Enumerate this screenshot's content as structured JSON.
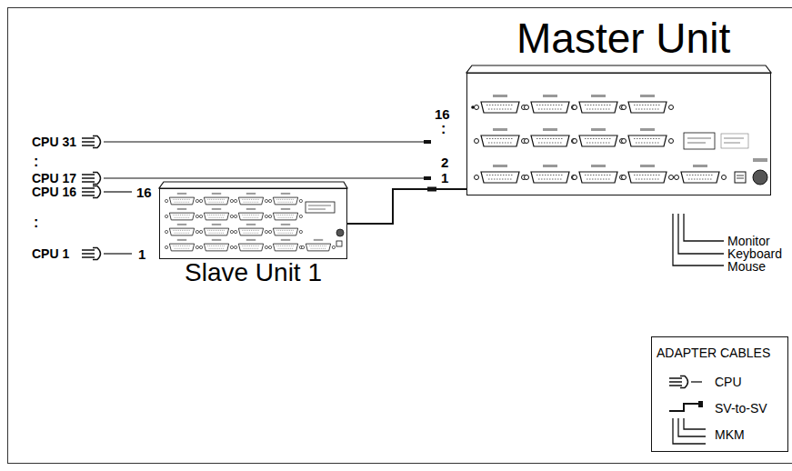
{
  "diagram": {
    "nodes": [
      {
        "text": [
          "Master Unit"
        ]
      },
      {
        "text": [
          "Slave Unit 1"
        ]
      }
    ],
    "edges": [
      {
        "from": 1,
        "to": 0,
        "arrow": "none"
      }
    ],
    "labels": [
      "CPU 31",
      "16",
      ":",
      ":",
      "2",
      "CPU 17",
      "1",
      "CPU 16",
      "16",
      ":",
      "CPU 1",
      "1",
      "Monitor",
      "Keyboard",
      "Mouse",
      "ADAPTER CABLES"
    ],
    "legend": [
      {
        "text": "CPU"
      },
      {
        "text": "SV-to-SV"
      },
      {
        "text": "MKM"
      }
    ]
  }
}
